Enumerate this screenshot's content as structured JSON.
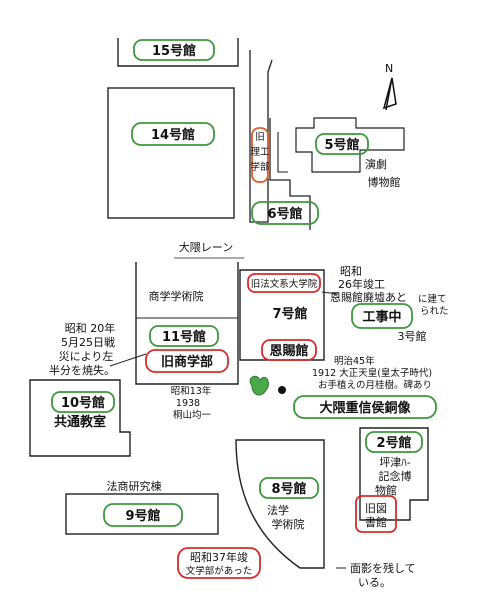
{
  "compass": {
    "label": "N"
  },
  "buildings": {
    "b15": "15号館",
    "b14": "14号館",
    "b5": "5号館",
    "b6": "6号館",
    "b7": "7号館",
    "b11": "11号館",
    "b10": "10号館",
    "b9": "9号館",
    "b8": "8号館",
    "b2": "2号館",
    "b3": "3号館"
  },
  "labels": {
    "engineering_dept": [
      "旧",
      "理工",
      "学部"
    ],
    "theatre_museum": [
      "演劇",
      "博物館"
    ],
    "okuma_lane": "大隈レーン",
    "commerce_grad": "商学学術院",
    "old_commerce": "旧商学部",
    "law_old_building": "旧法文系大学院",
    "onshikan": "恩賜館",
    "construction": "工事中",
    "construction_note": [
      "昭和",
      "26年竣工",
      "恩賜館廃墟あと"
    ],
    "construction_note_right": [
      "に建て",
      "られた"
    ],
    "okuma_statue": "大隈重信侯銅像",
    "statue_note": [
      "明治45年",
      "1912 大正天皇(皇太子時代)",
      "お手植えの月桂樹。碑あり"
    ],
    "fire_note": [
      "昭和 20年",
      "5月25日戦",
      "災により左",
      "半分を焼失。"
    ],
    "year_1938": [
      "昭和13年",
      "1938",
      "桐山均一"
    ],
    "b10_sub": "共通教室",
    "law_research": "法商研究棟",
    "law_school": [
      "法学",
      "学術院"
    ],
    "tsubouchi": [
      "坪津ﾊ-",
      "記念博",
      "物館"
    ],
    "old_library": [
      "旧図",
      "書館"
    ],
    "built_1962": [
      "昭和37年竣",
      "文学部があった"
    ],
    "shadow_note": [
      "面影を残して",
      "いる。"
    ]
  }
}
